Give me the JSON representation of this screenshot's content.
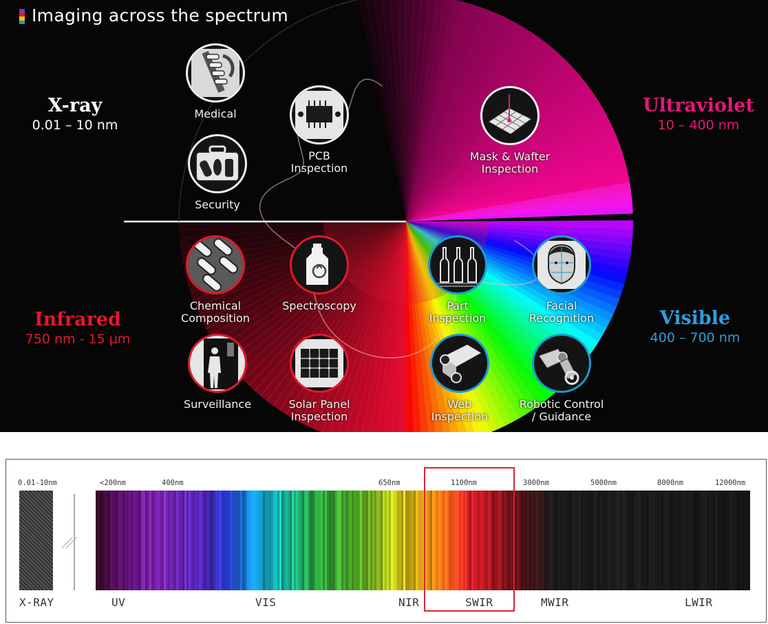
{
  "title": "Imaging across the spectrum",
  "title_mark_colors": [
    "#7b3fb5",
    "#e3192b",
    "#f5c400",
    "#1a9ad6"
  ],
  "bands": {
    "xray": {
      "name": "X-ray",
      "range": "0.01 – 10 nm",
      "color": "#ffffff"
    },
    "ultraviolet": {
      "name": "Ultraviolet",
      "range": "10 – 400 nm",
      "color": "#e4187a"
    },
    "infrared": {
      "name": "Infrared",
      "range": "750 nm - 15 µm",
      "color": "#e3192b"
    },
    "visible": {
      "name": "Visible",
      "range": "400 – 700 nm",
      "color": "#2d9de0"
    }
  },
  "applications": [
    {
      "label": "Medical",
      "icon": "spine-icon"
    },
    {
      "label": "Security",
      "icon": "luggage-icon"
    },
    {
      "label": "PCB\nInspection",
      "icon": "circuit-board-icon"
    },
    {
      "label": "Mask & Wafter\nInspection",
      "icon": "wafer-icon"
    },
    {
      "label": "Chemical\nComposition",
      "icon": "capsules-icon"
    },
    {
      "label": "Spectroscopy",
      "icon": "recycle-jug-icon"
    },
    {
      "label": "Part\nInspection",
      "icon": "bottles-icon"
    },
    {
      "label": "Facial\nRecognition",
      "icon": "face-scan-icon"
    },
    {
      "label": "Surveillance",
      "icon": "person-doorway-icon"
    },
    {
      "label": "Solar Panel\nInspection",
      "icon": "solar-panel-icon"
    },
    {
      "label": "Web\nInspection",
      "icon": "web-roll-icon"
    },
    {
      "label": "Robotic Control\n/ Guidance",
      "icon": "robot-arm-icon"
    }
  ],
  "spectrum_bar": {
    "wavelength_labels": [
      "0.01-10nm",
      "<200nm",
      "400nm",
      "650nm",
      "1100nm",
      "3000nm",
      "5000nm",
      "8000nm",
      "12000nm"
    ],
    "regions": [
      "X-RAY",
      "UV",
      "VIS",
      "NIR",
      "SWIR",
      "MWIR",
      "LWIR"
    ],
    "highlight": "SWIR",
    "highlight_color": "#d9252e"
  }
}
